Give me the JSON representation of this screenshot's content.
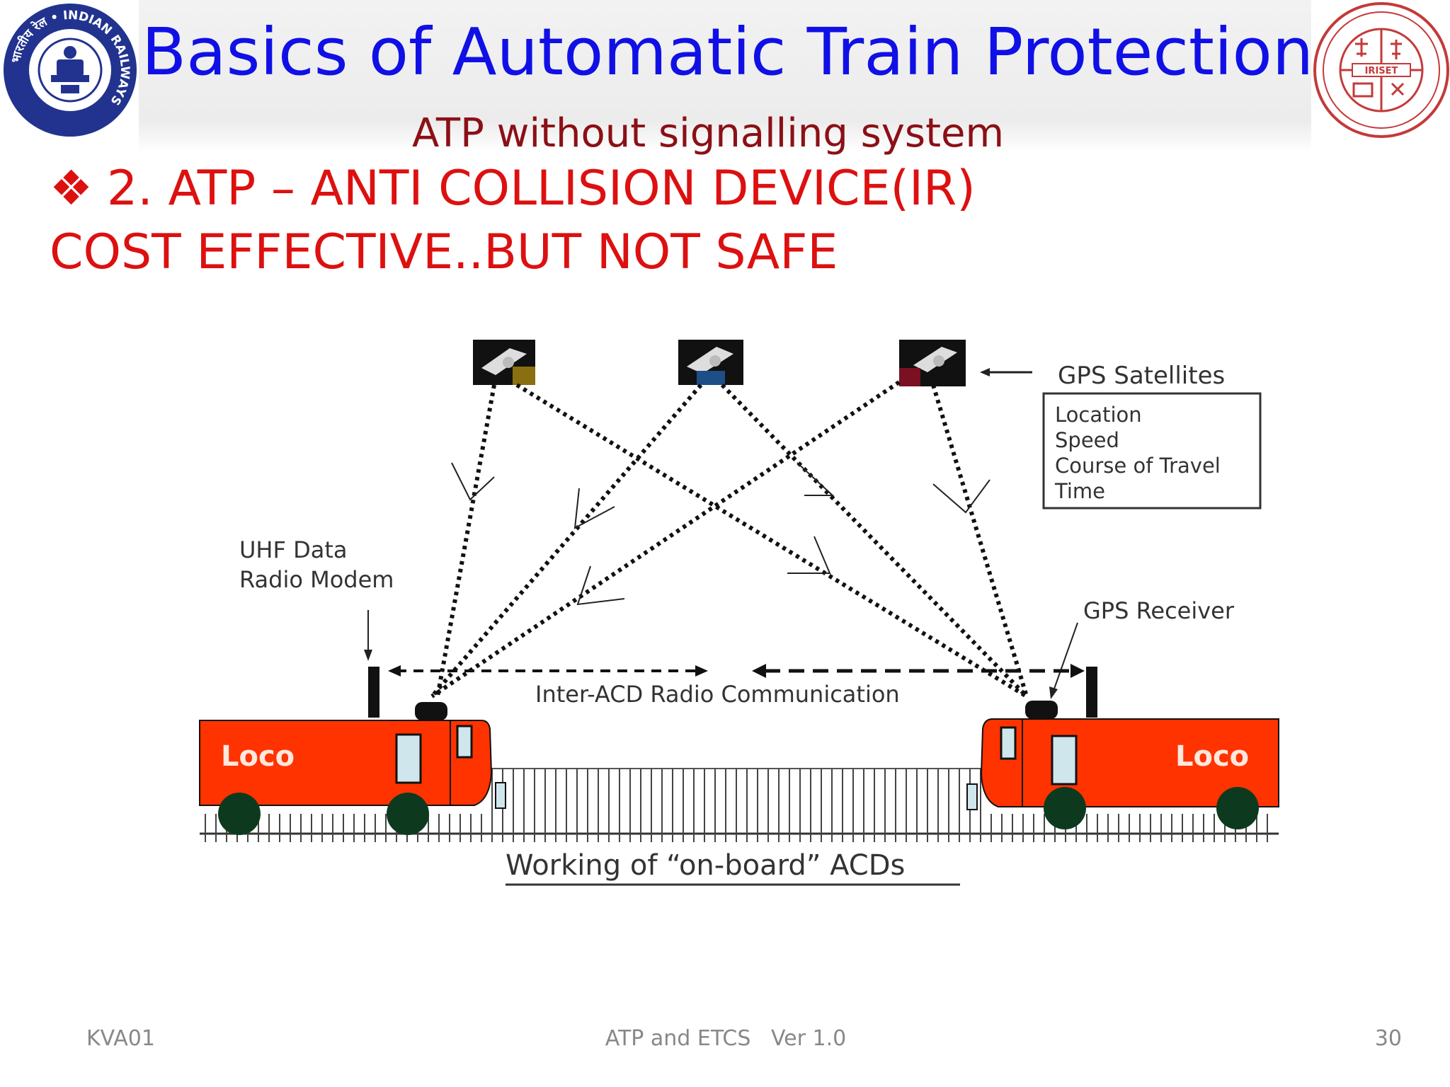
{
  "header": {
    "title": "Basics of Automatic Train Protection",
    "subtitle": "ATP without signalling system",
    "left_logo_text": "भारतीय रेल • INDIAN RAILWAYS",
    "right_logo_text": "IRISET"
  },
  "content": {
    "bullet_icon": "diamond-bullet-icon",
    "bullet_text": "2. ATP – ANTI COLLISION DEVICE(IR)",
    "second_line": "COST EFFECTIVE..BUT NOT SAFE"
  },
  "diagram": {
    "gps_label": "GPS Satellites",
    "info_box": [
      "Location",
      "Speed",
      "Course of Travel",
      "Time"
    ],
    "uhf_label_line1": "UHF Data",
    "uhf_label_line2": "Radio Modem",
    "gps_receiver_label": "GPS Receiver",
    "inter_acd_label": "Inter-ACD Radio Communication",
    "loco_left": "Loco",
    "loco_right": "Loco",
    "caption": "Working of “on-board” ACDs",
    "colors": {
      "loco_body": "#ff3300",
      "wheel": "#0d3a1e",
      "window": "#cfe6ec",
      "text": "#333333"
    }
  },
  "footer": {
    "left": "KVA01",
    "center": "ATP and ETCS   Ver 1.0",
    "right": "30"
  }
}
